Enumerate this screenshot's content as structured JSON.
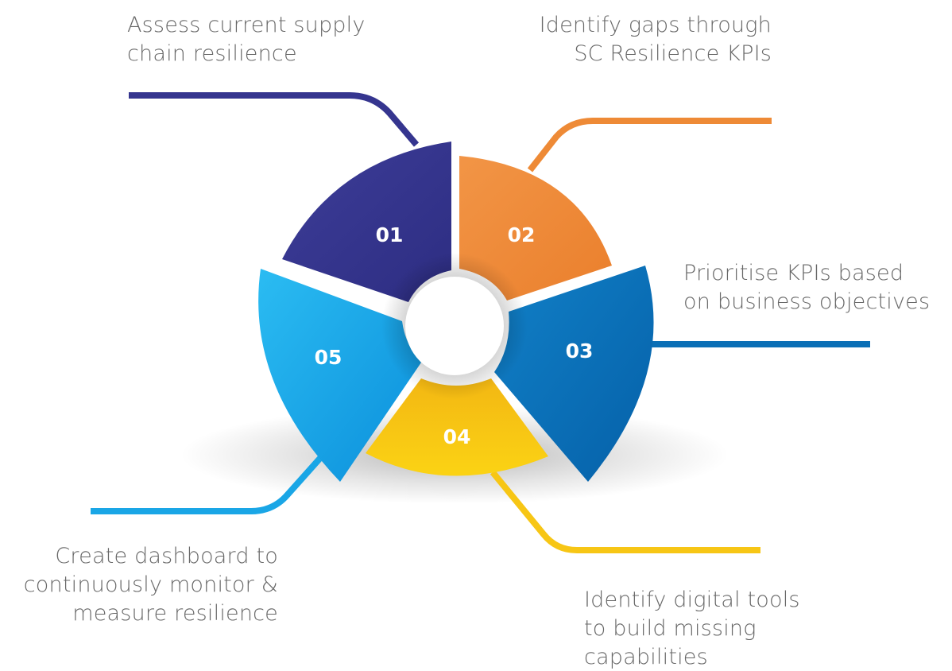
{
  "steps": [
    {
      "number": "01",
      "color": "#35358f",
      "lines": [
        "Assess current supply",
        "chain resilience"
      ]
    },
    {
      "number": "02",
      "color": "#ee8a36",
      "lines": [
        "Identify gaps through",
        "SC Resilience KPIs"
      ]
    },
    {
      "number": "03",
      "color": "#0a6fb6",
      "lines": [
        "Prioritise KPIs based",
        "on business objectives"
      ]
    },
    {
      "number": "04",
      "color": "#f7c615",
      "lines": [
        "Identify digital tools",
        "to build missing",
        "capabilities"
      ]
    },
    {
      "number": "05",
      "color": "#1aa6e6",
      "lines": [
        "Create dashboard to",
        "continuously monitor &",
        "measure resilience"
      ]
    }
  ]
}
